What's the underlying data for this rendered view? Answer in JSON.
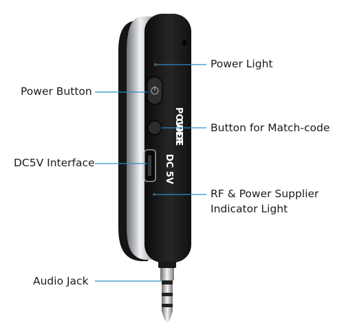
{
  "callouts": {
    "power_light": "Power Light",
    "power_button": "Power Button",
    "match_code_button": "Button for Match-code",
    "dc5v_interface": "DC5V Interface",
    "rf_power_indicator": "RF & Power Supplier Indicator Light",
    "audio_jack": "Audio Jack"
  },
  "device_labels": {
    "power": "POWER",
    "code": "CODE",
    "dc5v": "DC 5V"
  },
  "colors": {
    "leader_line": "#2a8fc3",
    "device_body": "#1b1b1b",
    "chrome_band": "#c9ccd1"
  }
}
